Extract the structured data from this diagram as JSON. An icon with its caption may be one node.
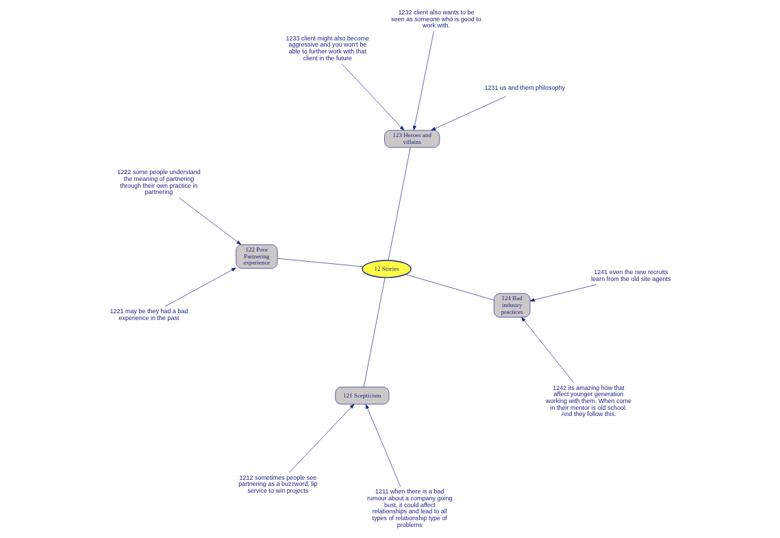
{
  "diagram": {
    "nodes": [
      {
        "text": [
          "12 Stories"
        ]
      },
      {
        "text": [
          "122 Poor Partnering experience"
        ]
      },
      {
        "text": [
          "121 Scepticism"
        ]
      },
      {
        "text": [
          "123 Heroes and villains"
        ]
      },
      {
        "text": [
          "124 Bad industry practices"
        ]
      },
      {
        "text": [
          "1222 some people understand the meaning of partnering through their own practice in partnering"
        ]
      },
      {
        "text": [
          "1221 may be they had a bad experience in the past"
        ]
      },
      {
        "text": [
          "1211 when there is a bad rumour about a company going bust, it could affect relationships and lead to all types of relationship type of problems"
        ]
      },
      {
        "text": [
          "1212 sometimes people see partnering as a buzzword; lip service to win projects"
        ]
      },
      {
        "text": [
          "1241 even the new recruits learn from the old site agents"
        ]
      },
      {
        "text": [
          "1242 its amazing how that affect younger generation working with them. When come in their mentor is old school. And they follow this."
        ]
      },
      {
        "text": [
          "1233 client might also become aggressive and you won't be able to further work with that client in the future"
        ]
      },
      {
        "text": [
          "1231 us and them philosophy"
        ]
      },
      {
        "text": [
          "1232 client also wants to be seen as someone who is good to work with."
        ]
      }
    ],
    "edges": [
      {
        "from": 0,
        "to": 1,
        "arrow": "none"
      },
      {
        "from": 0,
        "to": 2,
        "arrow": "none"
      },
      {
        "from": 0,
        "to": 3,
        "arrow": "none"
      },
      {
        "from": 0,
        "to": 4,
        "arrow": "none"
      },
      {
        "from": 5,
        "to": 1,
        "arrow": "to"
      },
      {
        "from": 6,
        "to": 1,
        "arrow": "to"
      },
      {
        "from": 7,
        "to": 2,
        "arrow": "to"
      },
      {
        "from": 8,
        "to": 2,
        "arrow": "to"
      },
      {
        "from": 9,
        "to": 4,
        "arrow": "to"
      },
      {
        "from": 10,
        "to": 4,
        "arrow": "to"
      },
      {
        "from": 11,
        "to": 3,
        "arrow": "to"
      },
      {
        "from": 12,
        "to": 3,
        "arrow": "to"
      },
      {
        "from": 13,
        "to": 3,
        "arrow": "to"
      }
    ]
  }
}
